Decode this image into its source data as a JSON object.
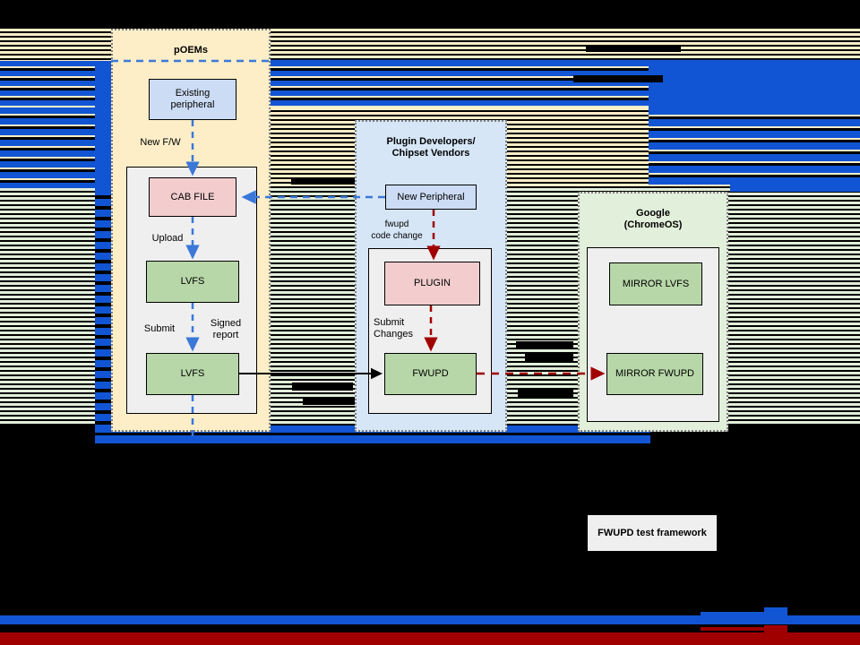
{
  "diagram": {
    "title_legend": "FWUPD test framework",
    "panels": [
      {
        "id": "poems",
        "title": "pOEMs",
        "fill": "#fdeec8",
        "nodes": [
          {
            "id": "existing-peripheral",
            "label": "Existing\nperipheral",
            "fill": "#ccdcf5"
          },
          {
            "id": "cab-file",
            "label": "CAB FILE",
            "fill": "#f3cdce"
          },
          {
            "id": "lvfs-upload",
            "label": "LVFS",
            "fill": "#b7d7a8"
          },
          {
            "id": "lvfs-submit",
            "label": "LVFS",
            "fill": "#b7d7a8"
          }
        ],
        "edge_labels": [
          "New F/W",
          "Upload",
          "Submit",
          "Signed\nreport"
        ]
      },
      {
        "id": "plugin-developers",
        "title": "Plugin Developers/\nChipset Vendors",
        "fill": "#d6e6f7",
        "nodes": [
          {
            "id": "new-peripheral",
            "label": "New Peripheral",
            "fill": "#ccdcf5"
          },
          {
            "id": "plugin",
            "label": "PLUGIN",
            "fill": "#f3cdce"
          },
          {
            "id": "fwupd",
            "label": "FWUPD",
            "fill": "#b7d7a8"
          }
        ],
        "edge_labels": [
          "fwupd\ncode change",
          "Submit\nChanges"
        ]
      },
      {
        "id": "google-chromeos",
        "title": "Google\n(ChromeOS)",
        "fill": "#e2efda",
        "nodes": [
          {
            "id": "mirror-lvfs",
            "label": "MIRROR LVFS",
            "fill": "#b7d7a8"
          },
          {
            "id": "mirror-fwupd",
            "label": "MIRROR FWUPD",
            "fill": "#b7d7a8"
          }
        ],
        "edge_labels": []
      }
    ],
    "colors": {
      "blue_arrow": "#3b78d8",
      "red_arrow": "#a00000",
      "black_arrow": "#000000",
      "panel_poems": "#fdeec8",
      "panel_plugin": "#d6e6f7",
      "panel_google": "#e2efda",
      "node_blue": "#ccdcf5",
      "node_pink": "#f3cdce",
      "node_green": "#b7d7a8",
      "inner_gray": "#efefef",
      "glitch_royal": "#1155d4",
      "background": "#000000"
    }
  }
}
